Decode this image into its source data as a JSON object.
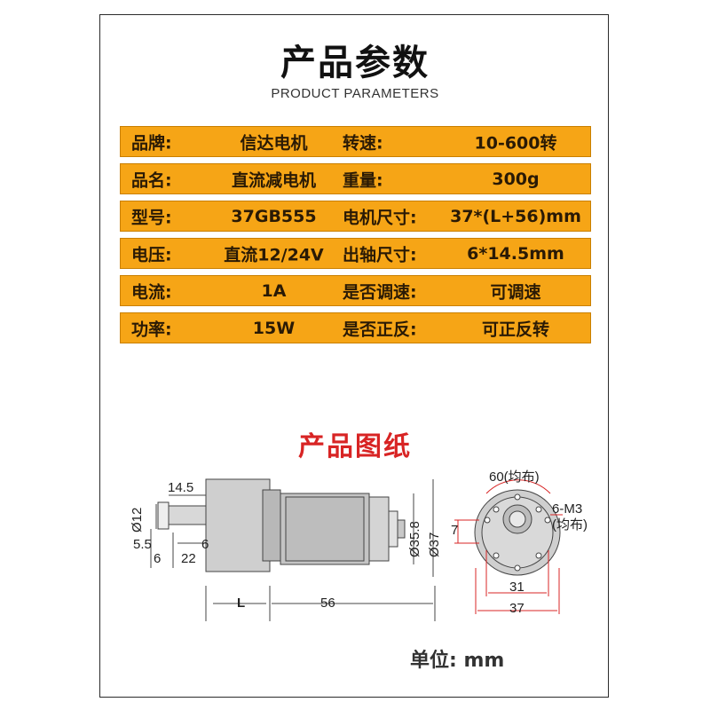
{
  "title": "产品参数",
  "subtitle": "PRODUCT PARAMETERS",
  "specs": [
    {
      "label1": "品牌:",
      "value1": "信达电机",
      "label2": "转速:",
      "value2": "10-600转"
    },
    {
      "label1": "品名:",
      "value1": "直流减电机",
      "label2": "重量:",
      "value2": "300g"
    },
    {
      "label1": "型号:",
      "value1": "37GB555",
      "label2": "电机尺寸:",
      "value2": "37*(L+56)mm"
    },
    {
      "label1": "电压:",
      "value1": "直流12/24V",
      "label2": "出轴尺寸:",
      "value2": "6*14.5mm"
    },
    {
      "label1": "电流:",
      "value1": "1A",
      "label2": "是否调速:",
      "value2": "可调速"
    },
    {
      "label1": "功率:",
      "value1": "15W",
      "label2": "是否正反:",
      "value2": "可正反转"
    }
  ],
  "drawing": {
    "title": "产品图纸",
    "side_dims": {
      "shaft_length": "14.5",
      "shaft_dia": "Ø12",
      "flat": "5.5",
      "six_a": "6",
      "six_b": "6",
      "twenty_two": "22",
      "L": "L",
      "body_len": "56",
      "dia_358": "Ø35.8",
      "dia_37": "Ø37"
    },
    "front_dims": {
      "pcd": "60(均布)",
      "holes": "6-M3",
      "holes_sub": "(均布)",
      "offset": "7",
      "w31": "31",
      "w37": "37"
    }
  },
  "unit_label": "单位: mm",
  "colors": {
    "row_bg": "#f6a516",
    "accent_red": "#d82424"
  }
}
